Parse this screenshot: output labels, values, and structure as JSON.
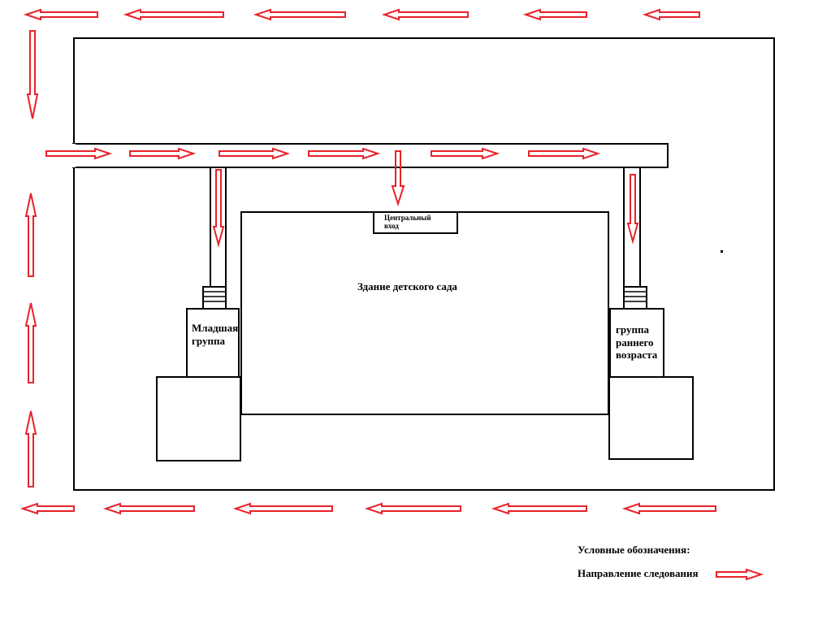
{
  "labels": {
    "building": "Здание детского сада",
    "central_entrance_line1": "Центральный",
    "central_entrance_line2": "вход",
    "junior_group_line1": "Младшая",
    "junior_group_line2": "группа",
    "early_age_group_line1": "группа",
    "early_age_group_line2": "раннего",
    "early_age_group_line3": "возраста"
  },
  "legend": {
    "title": "Условные обозначения:",
    "direction_label": "Направление следования"
  },
  "colors": {
    "arrow_stroke": "#e8222a",
    "line": "#000000",
    "background": "#ffffff"
  },
  "icons": {
    "direction_arrow": "red-outline-arrow",
    "legend_arrow": "red-outline-arrow-right"
  }
}
